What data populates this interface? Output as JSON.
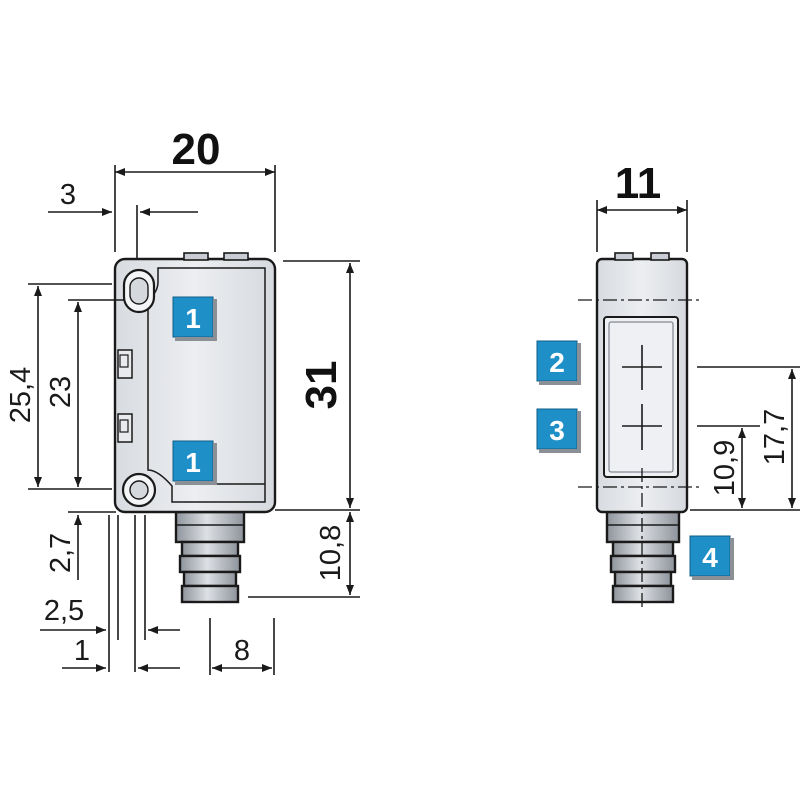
{
  "front_view": {
    "width_dim": "20",
    "height_dim": "31",
    "dims": {
      "offset_top": "3",
      "hole_span_outer": "25,4",
      "hole_span_inner": "23",
      "offset_2_7": "2,7",
      "offset_2_5": "2,5",
      "offset_1": "1",
      "connector_width": "8",
      "connector_length": "10,8"
    },
    "badges": [
      "1",
      "1"
    ]
  },
  "side_view": {
    "width_dim": "11",
    "dims": {
      "axis_small": "10,9",
      "axis_large": "17,7"
    },
    "badges": [
      "2",
      "3",
      "4"
    ]
  },
  "colors": {
    "badge": "#1f8fc8",
    "housing": "#e6e8ec",
    "connector": "#b9bec6",
    "line": "#1a1a1a"
  }
}
